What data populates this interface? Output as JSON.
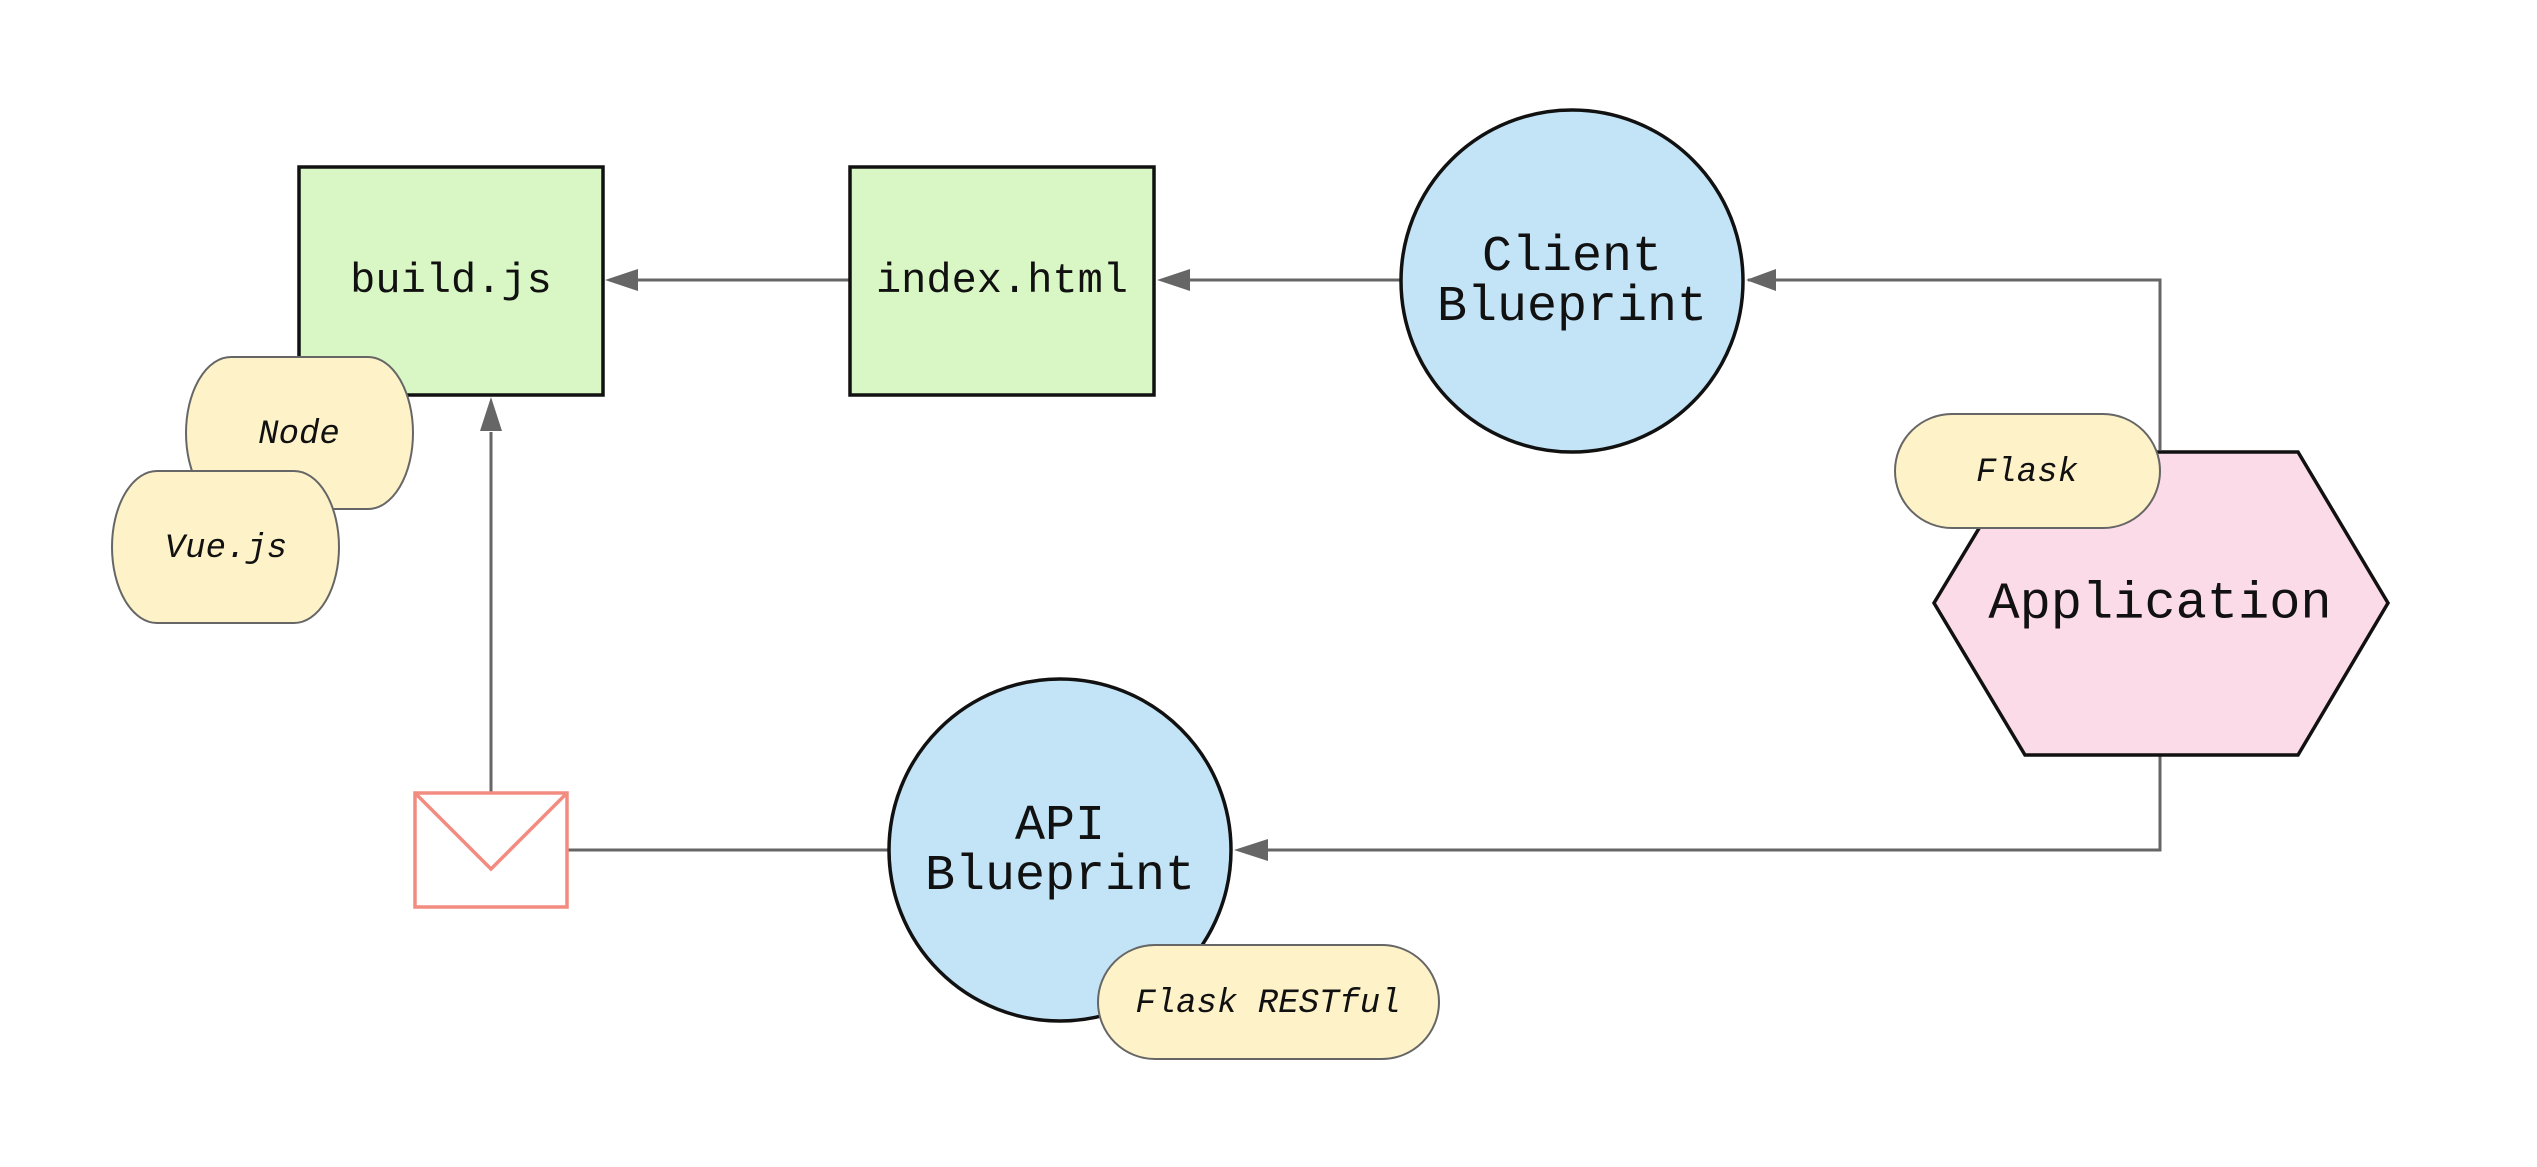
{
  "colors": {
    "file_fill": "#d9f7c4",
    "blueprint_fill": "#c2e4f6",
    "application_fill": "#fcdbe8",
    "tag_fill": "#fdf2c8",
    "envelope_stroke": "#f28b80",
    "edge_stroke": "#666666"
  },
  "nodes": {
    "build_js": {
      "label": "build.js"
    },
    "index_html": {
      "label": "index.html"
    },
    "client_blueprint": {
      "line1": "Client",
      "line2": "Blueprint"
    },
    "api_blueprint": {
      "line1": "API",
      "line2": "Blueprint"
    },
    "application": {
      "label": "Application"
    },
    "message": {
      "icon": "envelope-icon"
    }
  },
  "tags": {
    "node": "Node",
    "vuejs": "Vue.js",
    "flask": "Flask",
    "flask_restful": "Flask RESTful"
  },
  "edges": [
    {
      "from": "Application",
      "to": "Client Blueprint"
    },
    {
      "from": "Client Blueprint",
      "to": "index.html"
    },
    {
      "from": "index.html",
      "to": "build.js"
    },
    {
      "from": "Application",
      "to": "API Blueprint"
    },
    {
      "from": "API Blueprint",
      "to": "message"
    },
    {
      "from": "message",
      "to": "build.js"
    }
  ]
}
